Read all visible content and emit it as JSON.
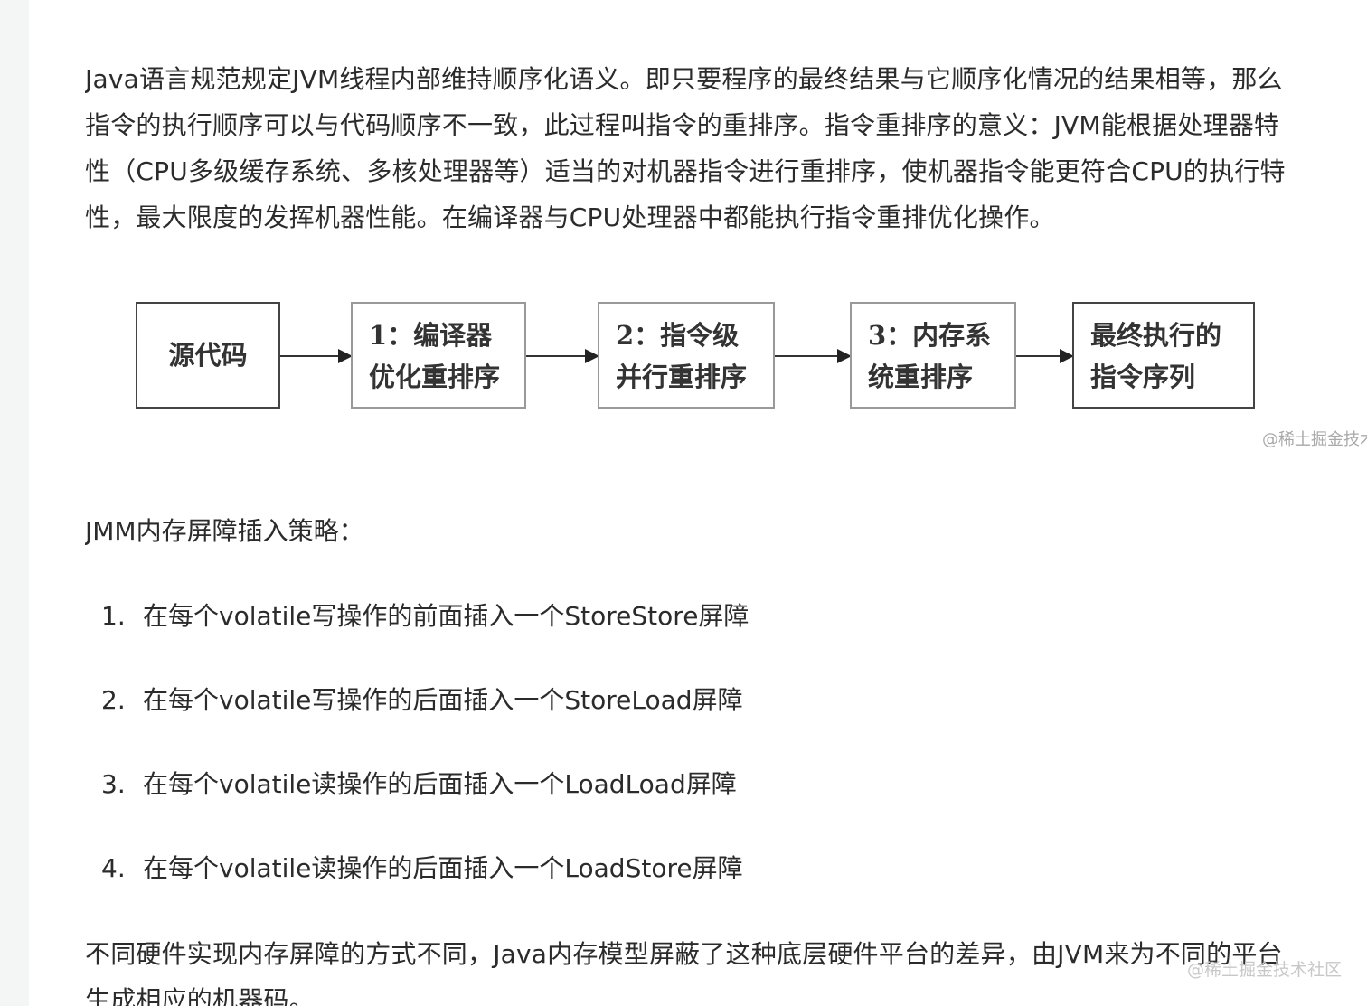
{
  "intro_lines": [
    "Java语言规范规定JVM线程内部维持顺序化语义。即只要程序的最终结果与它顺序化情况的结果相等，那么",
    "指令的执行顺序可以与代码顺序不一致，此过程叫指令的重排序。指令重排序的意义：JVM能根据处理器特",
    "性（CPU多级缓存系统、多核处理器等）适当的对机器指令进行重排序，使机器指令能更符合CPU的执行特",
    "性，最大限度的发挥机器性能。在编译器与CPU处理器中都能执行指令重排优化操作。"
  ],
  "diagram": {
    "boxes": [
      {
        "lines": [
          "源代码"
        ]
      },
      {
        "lines": [
          "1：编译器",
          "优化重排序"
        ]
      },
      {
        "lines": [
          "2：指令级",
          "并行重排序"
        ]
      },
      {
        "lines": [
          "3：内存系",
          "统重排序"
        ]
      },
      {
        "lines": [
          "最终执行的",
          "指令序列"
        ]
      }
    ],
    "watermark": "@稀土掘金技术社区"
  },
  "jmm_heading": "JMM内存屏障插入策略：",
  "strategies": [
    {
      "num": "1.",
      "text": "在每个volatile写操作的前面插入一个StoreStore屏障"
    },
    {
      "num": "2.",
      "text": "在每个volatile写操作的后面插入一个StoreLoad屏障"
    },
    {
      "num": "3.",
      "text": "在每个volatile读操作的后面插入一个LoadLoad屏障"
    },
    {
      "num": "4.",
      "text": "在每个volatile读操作的后面插入一个LoadStore屏障"
    }
  ],
  "closing_lines": [
    "不同硬件实现内存屏障的方式不同，Java内存模型屏蔽了这种底层硬件平台的差异，由JVM来为不同的平台",
    "生成相应的机器码。"
  ],
  "page_watermark": "@稀土掘金技术社区"
}
